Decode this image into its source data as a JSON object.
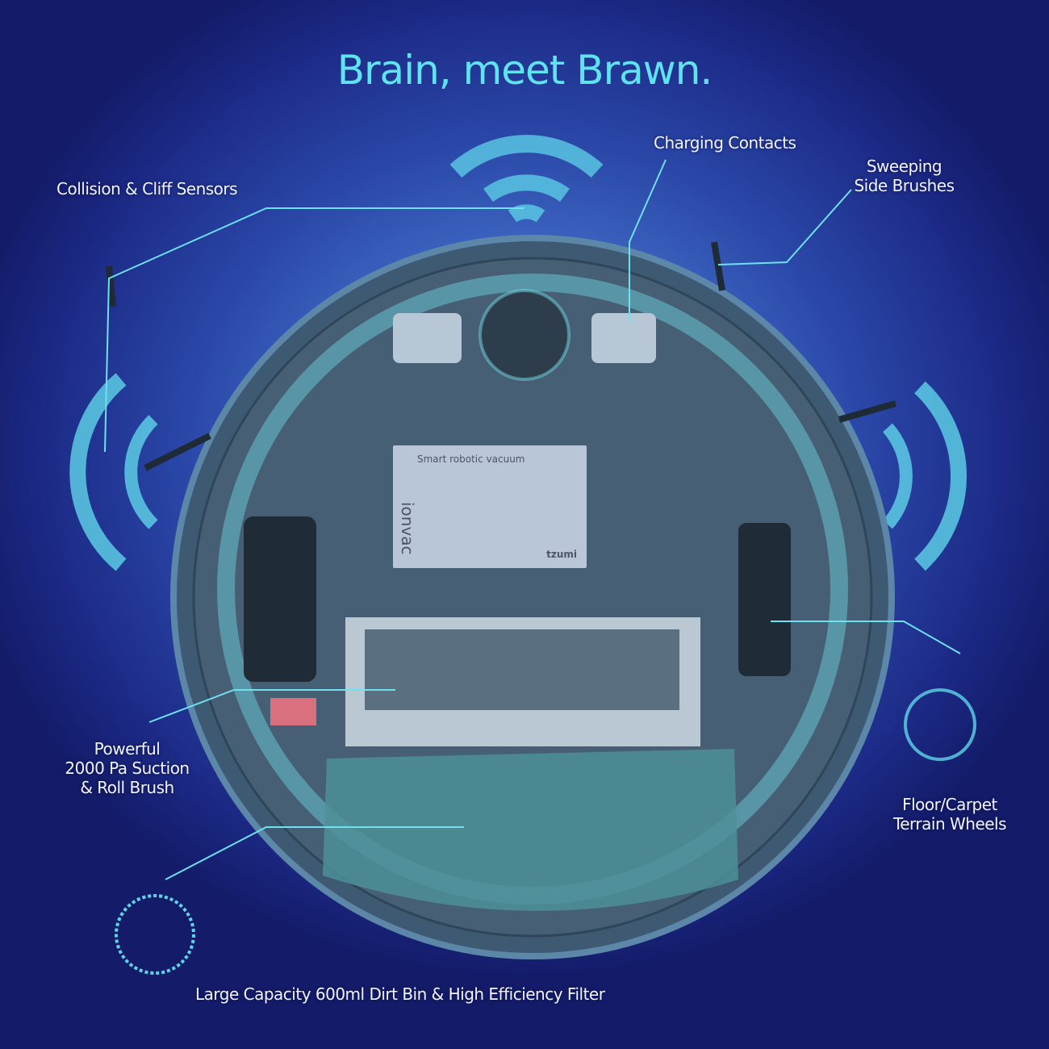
{
  "title": "Brain, meet Brawn.",
  "labels": {
    "collision": "Collision & Cliff Sensors",
    "charging": "Charging Contacts",
    "side_brushes_1": "Sweeping",
    "side_brushes_2": "Side Brushes",
    "suction_1": "Powerful",
    "suction_2": "2000 Pa Suction",
    "suction_3": "& Roll Brush",
    "wheels_1": "Floor/Carpet",
    "wheels_2": "Terrain Wheels",
    "dirt_bin": "Large Capacity 600ml Dirt Bin & High Efficiency Filter"
  },
  "sticker": {
    "title": "Smart robotic vacuum",
    "logo": "ionvac",
    "brand": "tzumi"
  },
  "colors": {
    "accent": "#5fe3ee",
    "background": "#1c2a86",
    "robot": "#3f5f78"
  }
}
